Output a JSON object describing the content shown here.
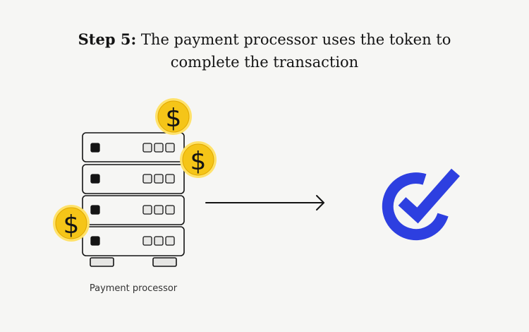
{
  "title": {
    "step": "Step 5:",
    "line1": "The payment processor uses the token to",
    "line2": "complete the transaction"
  },
  "caption": "Payment processor",
  "icons": {
    "server": "server-rack-icon",
    "coin": "dollar-coin-icon",
    "arrow": "arrow-right-icon",
    "check": "checkmark-icon"
  },
  "colors": {
    "background": "#f6f6f4",
    "coin": "#f5c518",
    "coin_ring": "#ffe26a",
    "check": "#2d3fe0",
    "ink": "#141414"
  },
  "coin_symbol": "$"
}
